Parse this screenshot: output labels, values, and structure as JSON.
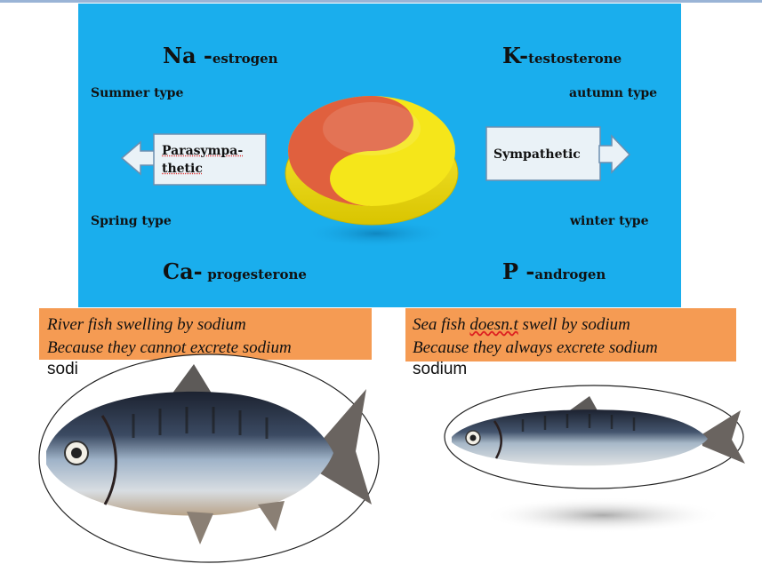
{
  "diagram": {
    "na_element": "Na -",
    "na_hormone": "estrogen",
    "k_element": "K-",
    "k_hormone": "testosterone",
    "ca_element": "Ca-",
    "ca_hormone": "progesterone",
    "p_element": "P -",
    "p_hormone": "androgen",
    "summer": "Summer type",
    "autumn": "autumn type",
    "spring": "Spring type",
    "winter": "winter type",
    "parasympathetic_line1": "Parasympa-",
    "parasympathetic_line2": "thetic",
    "sympathetic": "Sympathetic",
    "colors": {
      "background": "#1aaeed",
      "yin": "#e0603e",
      "yang": "#f5e61a"
    }
  },
  "river_fish": {
    "line1": "River fish swelling by sodium",
    "line2": "Because they cannot excrete sodium",
    "stray": "sodi"
  },
  "sea_fish": {
    "line1_a": "Sea  fish ",
    "line1_b": "doesn.t",
    "line1_c": " swell by sodium",
    "line2": "Because  they always  excrete sodium",
    "stray": "sodium"
  }
}
